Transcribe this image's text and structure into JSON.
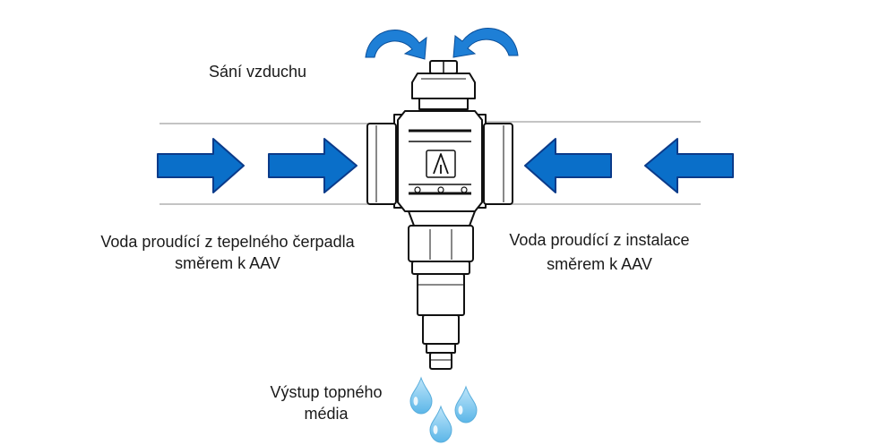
{
  "labels": {
    "air_intake": "Sání vzduchu",
    "water_from_heat_pump": [
      "Voda proudící z tepelného čerpadla",
      "směrem k AAV"
    ],
    "water_from_installation": [
      "Voda proudící z instalace",
      "směrem k AAV"
    ],
    "heating_medium_outlet": [
      "Výstup topného",
      "média"
    ]
  },
  "colors": {
    "flow_arrow": "#0a6fc9",
    "flow_arrow_outline": "#0b3b8a",
    "air_arrow": "#1e7fd6",
    "droplet": "#7cc6ee",
    "droplet_shine": "#ffffff",
    "outline": "#111111",
    "pipe_line": "#8a8a8a"
  },
  "icons": {
    "valve": "valve-icon",
    "brand_logo": "brand-a-logo",
    "air_arrows": "curved-arrow-icon",
    "water_arrows": "right-arrow-icon",
    "droplets": "water-drop-icon"
  }
}
